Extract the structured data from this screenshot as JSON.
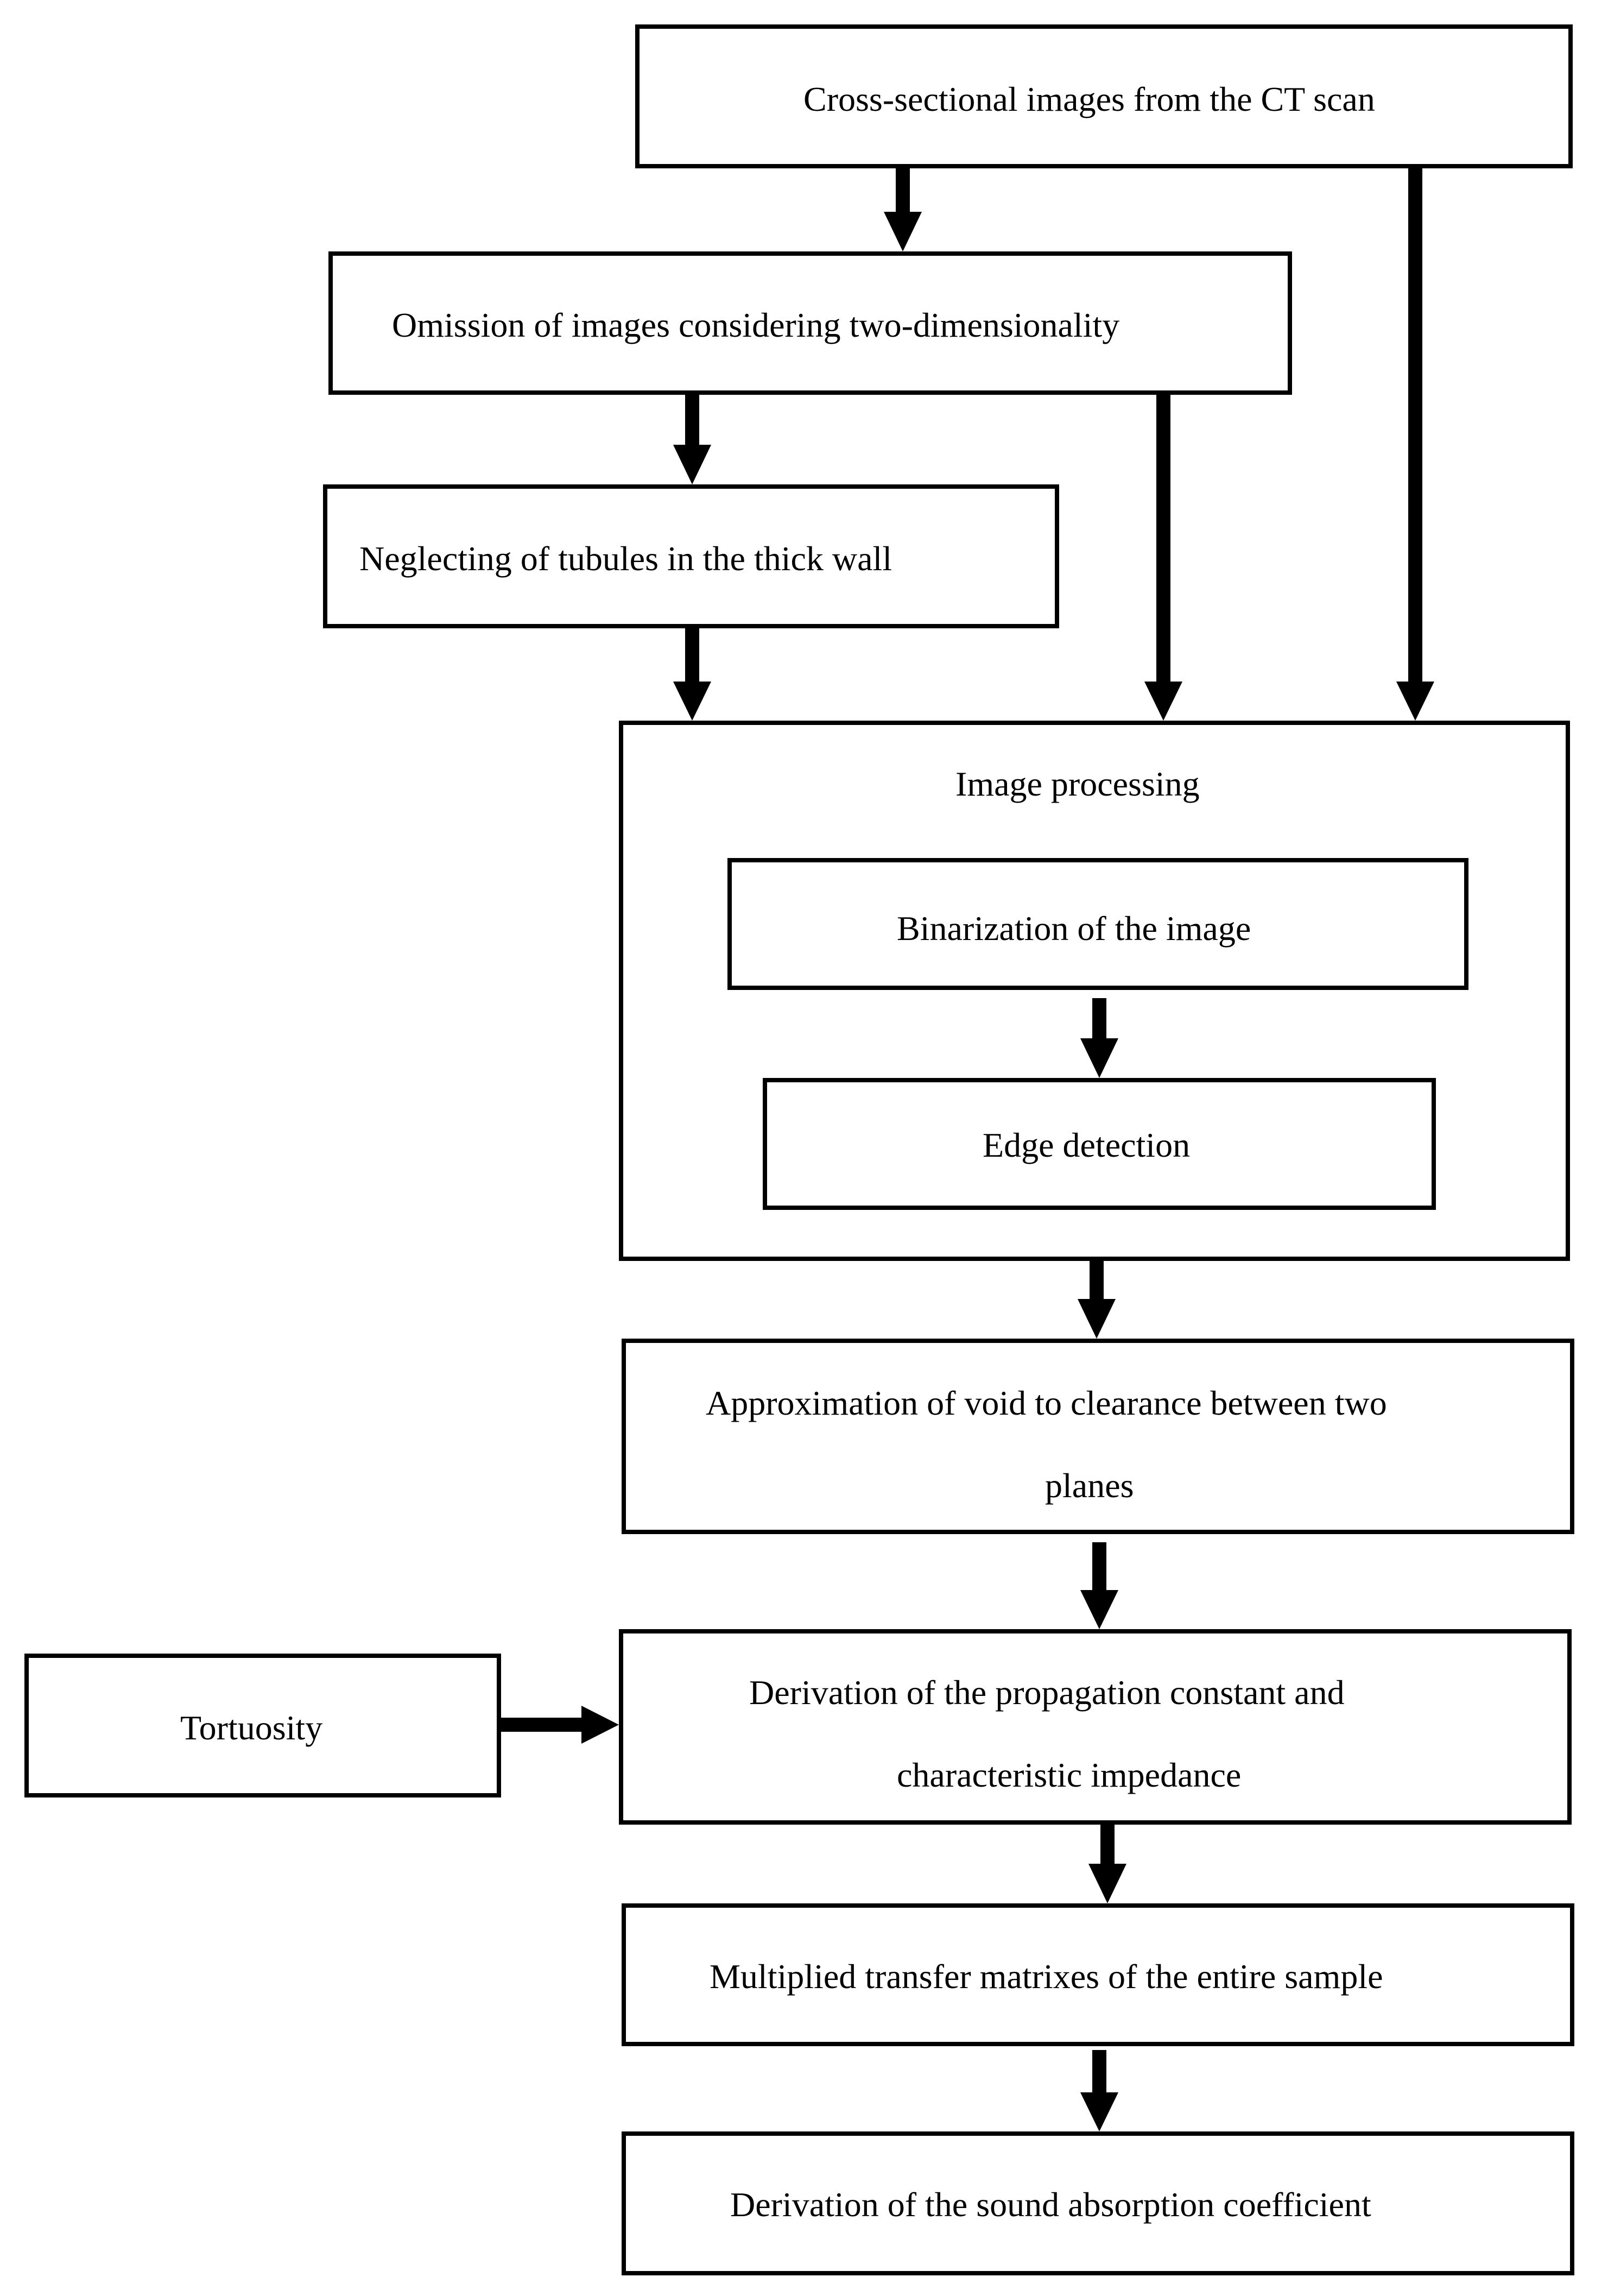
{
  "nodes": {
    "ct_scan": "Cross-sectional images from the CT scan",
    "omission": "Omission of images considering two-dimensionality",
    "neglecting": "Neglecting of tubules in the thick wall",
    "image_processing": "Image processing",
    "binarization": "Binarization of the image",
    "edge_detection": "Edge detection",
    "approximation_line1": "Approximation of void to clearance between two",
    "approximation_line2": "planes",
    "derivation_line1": "Derivation of the propagation constant and",
    "derivation_line2": "characteristic impedance",
    "tortuosity": "Tortuosity",
    "multiplied": "Multiplied transfer matrixes of the entire sample",
    "absorption": "Derivation of the sound absorption coefficient"
  }
}
